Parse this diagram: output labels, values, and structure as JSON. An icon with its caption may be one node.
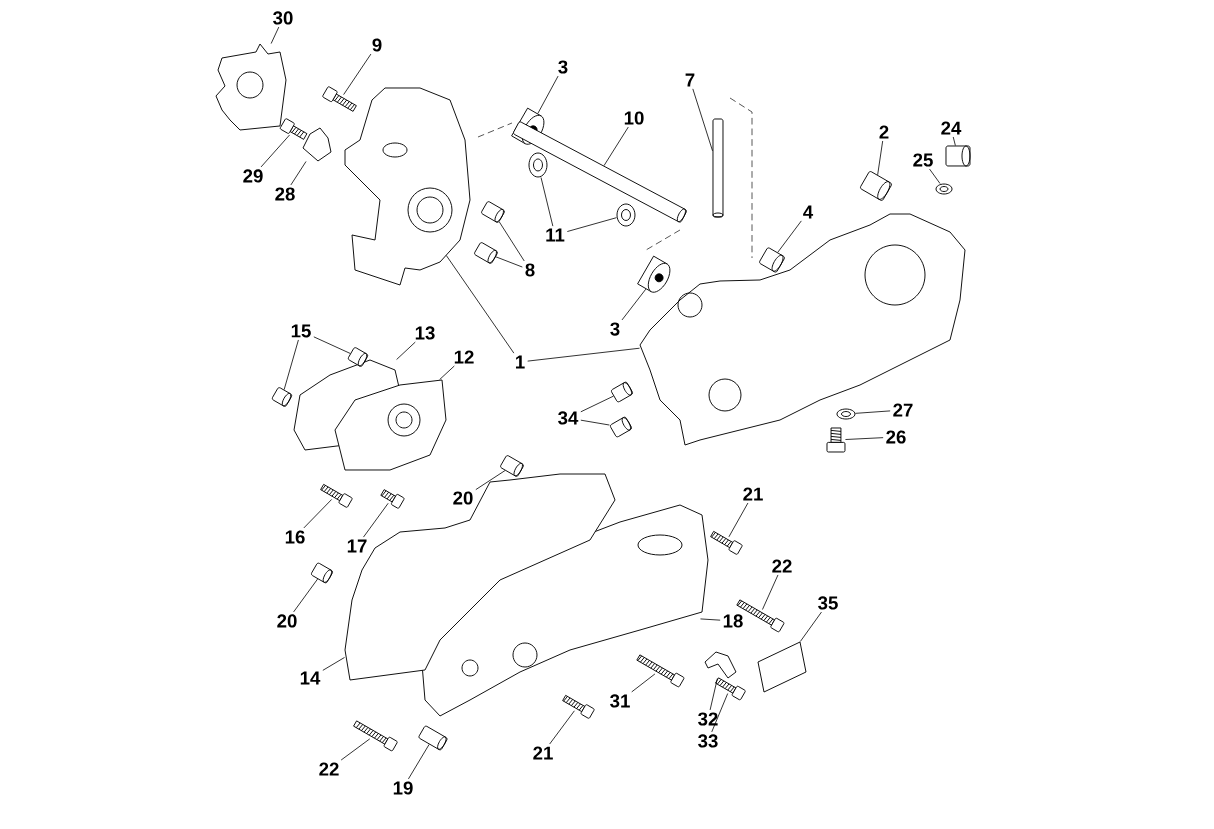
{
  "diagram": {
    "nodes": [
      {
        "text": [
          "30"
        ]
      },
      {
        "text": [],
        "shape": "picture"
      },
      {
        "text": [
          "9"
        ]
      },
      {
        "text": [],
        "shape": "picture"
      },
      {
        "text": [
          "3"
        ]
      },
      {
        "text": [],
        "shape": "picture"
      },
      {
        "text": [
          "10"
        ]
      },
      {
        "text": [],
        "shape": "picture"
      },
      {
        "text": [
          "7"
        ]
      },
      {
        "text": [],
        "shape": "picture"
      },
      {
        "text": [
          "2"
        ]
      },
      {
        "text": [],
        "shape": "picture"
      },
      {
        "text": [
          "24"
        ]
      },
      {
        "text": [],
        "shape": "picture"
      },
      {
        "text": [
          "25"
        ]
      },
      {
        "text": [],
        "shape": "picture"
      },
      {
        "text": [
          "29"
        ]
      },
      {
        "text": [],
        "shape": "picture"
      },
      {
        "text": [
          "28"
        ]
      },
      {
        "text": [],
        "shape": "picture"
      },
      {
        "text": [
          "11"
        ]
      },
      {
        "text": [],
        "shape": "picture"
      },
      {
        "text": [],
        "shape": "picture"
      },
      {
        "text": [
          "4"
        ]
      },
      {
        "text": [],
        "shape": "picture"
      },
      {
        "text": [
          "8"
        ]
      },
      {
        "text": [],
        "shape": "picture"
      },
      {
        "text": [],
        "shape": "picture"
      },
      {
        "text": [
          "3"
        ]
      },
      {
        "text": [],
        "shape": "picture"
      },
      {
        "text": [
          "1"
        ]
      },
      {
        "text": [],
        "shape": "picture"
      },
      {
        "text": [],
        "shape": "picture"
      },
      {
        "text": [
          "15"
        ]
      },
      {
        "text": [],
        "shape": "picture"
      },
      {
        "text": [],
        "shape": "picture"
      },
      {
        "text": [
          "13"
        ]
      },
      {
        "text": [],
        "shape": "picture"
      },
      {
        "text": [
          "12"
        ]
      },
      {
        "text": [],
        "shape": "picture"
      },
      {
        "text": [
          "34"
        ]
      },
      {
        "text": [],
        "shape": "picture"
      },
      {
        "text": [],
        "shape": "picture"
      },
      {
        "text": [
          "27"
        ]
      },
      {
        "text": [],
        "shape": "picture"
      },
      {
        "text": [
          "26"
        ]
      },
      {
        "text": [],
        "shape": "picture"
      },
      {
        "text": [
          "20"
        ]
      },
      {
        "text": [],
        "shape": "picture"
      },
      {
        "text": [
          "21"
        ]
      },
      {
        "text": [],
        "shape": "picture"
      },
      {
        "text": [
          "16"
        ]
      },
      {
        "text": [],
        "shape": "picture"
      },
      {
        "text": [
          "17"
        ]
      },
      {
        "text": [],
        "shape": "picture"
      },
      {
        "text": [
          "20"
        ]
      },
      {
        "text": [],
        "shape": "picture"
      },
      {
        "text": [
          "22"
        ]
      },
      {
        "text": [],
        "shape": "picture"
      },
      {
        "text": [
          "35"
        ]
      },
      {
        "text": [],
        "shape": "picture"
      },
      {
        "text": [
          "18"
        ]
      },
      {
        "text": [],
        "shape": "picture"
      },
      {
        "text": [
          "14"
        ]
      },
      {
        "text": [],
        "shape": "picture"
      },
      {
        "text": [
          "31"
        ]
      },
      {
        "text": [],
        "shape": "picture"
      },
      {
        "text": [
          "32"
        ]
      },
      {
        "text": [],
        "shape": "picture"
      },
      {
        "text": [
          "33"
        ]
      },
      {
        "text": [],
        "shape": "picture"
      },
      {
        "text": [
          "21"
        ]
      },
      {
        "text": [],
        "shape": "picture"
      },
      {
        "text": [
          "22"
        ]
      },
      {
        "text": [],
        "shape": "picture"
      },
      {
        "text": [
          "19"
        ]
      },
      {
        "text": [],
        "shape": "picture"
      }
    ],
    "edges": [
      {
        "from": 0,
        "to": 1,
        "arrow": "none"
      },
      {
        "from": 2,
        "to": 3,
        "arrow": "none"
      },
      {
        "from": 4,
        "to": 5,
        "arrow": "none"
      },
      {
        "from": 6,
        "to": 7,
        "arrow": "none"
      },
      {
        "from": 8,
        "to": 9,
        "arrow": "none"
      },
      {
        "from": 10,
        "to": 11,
        "arrow": "none"
      },
      {
        "from": 12,
        "to": 13,
        "arrow": "none"
      },
      {
        "from": 14,
        "to": 15,
        "arrow": "none"
      },
      {
        "from": 16,
        "to": 17,
        "arrow": "none"
      },
      {
        "from": 18,
        "to": 19,
        "arrow": "none"
      },
      {
        "from": 20,
        "to": 21,
        "arrow": "none"
      },
      {
        "from": 20,
        "to": 22,
        "arrow": "none"
      },
      {
        "from": 23,
        "to": 24,
        "arrow": "none"
      },
      {
        "from": 25,
        "to": 26,
        "arrow": "none"
      },
      {
        "from": 25,
        "to": 27,
        "arrow": "none"
      },
      {
        "from": 28,
        "to": 29,
        "arrow": "none"
      },
      {
        "from": 30,
        "to": 31,
        "arrow": "none"
      },
      {
        "from": 30,
        "to": 32,
        "arrow": "none"
      },
      {
        "from": 33,
        "to": 34,
        "arrow": "none"
      },
      {
        "from": 33,
        "to": 35,
        "arrow": "none"
      },
      {
        "from": 36,
        "to": 37,
        "arrow": "none"
      },
      {
        "from": 38,
        "to": 39,
        "arrow": "none"
      },
      {
        "from": 40,
        "to": 41,
        "arrow": "none"
      },
      {
        "from": 40,
        "to": 42,
        "arrow": "none"
      },
      {
        "from": 43,
        "to": 44,
        "arrow": "none"
      },
      {
        "from": 45,
        "to": 46,
        "arrow": "none"
      },
      {
        "from": 47,
        "to": 48,
        "arrow": "none"
      },
      {
        "from": 49,
        "to": 50,
        "arrow": "none"
      },
      {
        "from": 51,
        "to": 52,
        "arrow": "none"
      },
      {
        "from": 53,
        "to": 54,
        "arrow": "none"
      },
      {
        "from": 55,
        "to": 56,
        "arrow": "none"
      },
      {
        "from": 57,
        "to": 58,
        "arrow": "none"
      },
      {
        "from": 59,
        "to": 60,
        "arrow": "none"
      },
      {
        "from": 61,
        "to": 62,
        "arrow": "none"
      },
      {
        "from": 63,
        "to": 64,
        "arrow": "none"
      },
      {
        "from": 65,
        "to": 66,
        "arrow": "none"
      },
      {
        "from": 67,
        "to": 68,
        "arrow": "none"
      },
      {
        "from": 69,
        "to": 70,
        "arrow": "none"
      },
      {
        "from": 71,
        "to": 72,
        "arrow": "none"
      },
      {
        "from": 73,
        "to": 74,
        "arrow": "none"
      },
      {
        "from": 75,
        "to": 76,
        "arrow": "none"
      }
    ]
  }
}
